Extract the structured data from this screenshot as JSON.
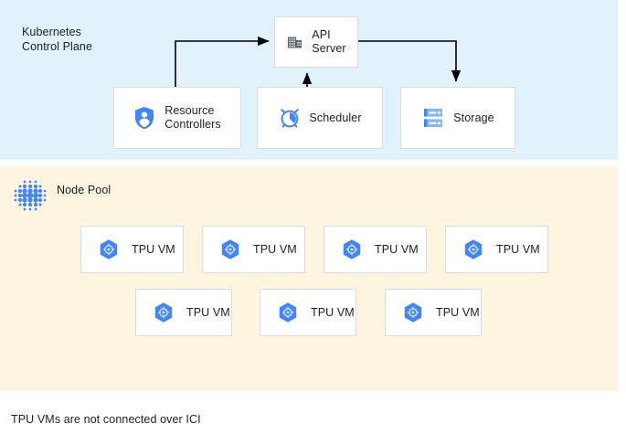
{
  "diagram": {
    "caption": "TPU VMs are not connected over ICI",
    "colors": {
      "control_plane_bg": "#e1f2fd",
      "node_pool_bg": "#fdf5e0",
      "box_bg": "#ffffff",
      "box_border": "#dadce0",
      "accent_blue": "#4285f4",
      "icon_gray": "#5f6368",
      "text": "#202124",
      "arrow": "#000000"
    }
  },
  "control_plane": {
    "title": "Kubernetes\nControl Plane",
    "nodes": [
      {
        "id": "api-server",
        "label": "API\nServer",
        "icon": "building-icon"
      },
      {
        "id": "resource-controllers",
        "label": "Resource\nControllers",
        "icon": "shield-user-icon"
      },
      {
        "id": "scheduler",
        "label": "Scheduler",
        "icon": "alarm-clock-icon"
      },
      {
        "id": "storage",
        "label": "Storage",
        "icon": "storage-server-icon"
      }
    ],
    "connections": [
      {
        "id": "resource-controllers-to-api-server",
        "from": "resource-controllers",
        "to": "api-server",
        "direction": "up-right"
      },
      {
        "id": "scheduler-to-api-server",
        "from": "scheduler",
        "to": "api-server",
        "direction": "up"
      },
      {
        "id": "api-server-to-storage",
        "from": "api-server",
        "to": "storage",
        "direction": "right-down"
      }
    ]
  },
  "node_pool": {
    "title": "Node Pool",
    "icon": "dot-grid-icon",
    "vms": [
      {
        "id": "tpu-vm-1",
        "label": "TPU VM",
        "icon": "tpu-hexagon-icon",
        "row": 1
      },
      {
        "id": "tpu-vm-2",
        "label": "TPU VM",
        "icon": "tpu-hexagon-icon",
        "row": 1
      },
      {
        "id": "tpu-vm-3",
        "label": "TPU VM",
        "icon": "tpu-hexagon-icon",
        "row": 1
      },
      {
        "id": "tpu-vm-4",
        "label": "TPU VM",
        "icon": "tpu-hexagon-icon",
        "row": 1
      },
      {
        "id": "tpu-vm-5",
        "label": "TPU VM",
        "icon": "tpu-hexagon-icon",
        "row": 2
      },
      {
        "id": "tpu-vm-6",
        "label": "TPU VM",
        "icon": "tpu-hexagon-icon",
        "row": 2
      },
      {
        "id": "tpu-vm-7",
        "label": "TPU VM",
        "icon": "tpu-hexagon-icon",
        "row": 2
      }
    ]
  }
}
